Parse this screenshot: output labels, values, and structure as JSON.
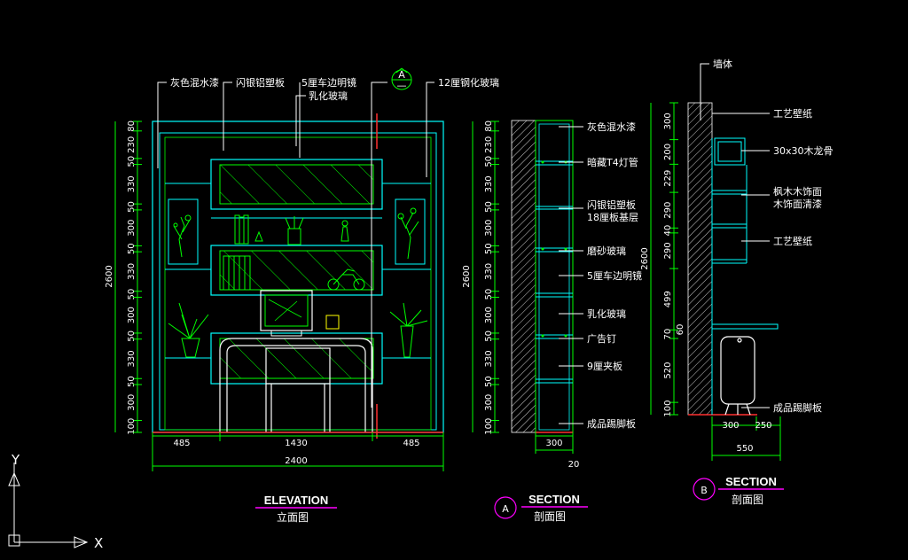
{
  "axis": {
    "x": "X",
    "y": "Y"
  },
  "elevation": {
    "title": "ELEVATION",
    "subtitle": "立面图",
    "labels": {
      "grey_paint": "灰色混水漆",
      "silver_plastic": "闪银铝塑板",
      "mirror": "5厘车边明镜",
      "frosted": "乳化玻璃",
      "tempered": "12厘钢化玻璃",
      "section_mark": "A"
    },
    "dims_vertical": [
      "80",
      "230",
      "50",
      "330",
      "50",
      "300",
      "50",
      "330",
      "50",
      "300",
      "50",
      "330",
      "50",
      "300",
      "100"
    ],
    "total_height": "2600",
    "dims_horizontal": [
      "485",
      "1430",
      "485"
    ],
    "total_width": "2400"
  },
  "section_a": {
    "marker": "A",
    "title": "SECTION",
    "subtitle": "剖面图",
    "labels": [
      "灰色混水漆",
      "暗藏T4灯管",
      "闪银铝塑板",
      "18厘板基层",
      "磨砂玻璃",
      "5厘车边明镜",
      "乳化玻璃",
      "广告钉",
      "9厘夹板",
      "成品踢脚板"
    ],
    "dims_vertical": [
      "80",
      "230",
      "50",
      "330",
      "50",
      "300",
      "50",
      "330",
      "50",
      "300",
      "50",
      "330",
      "50",
      "300",
      "100"
    ],
    "total_height": "2600",
    "depth": "300",
    "extra": "20"
  },
  "section_b": {
    "marker": "B",
    "title": "SECTION",
    "subtitle": "剖面图",
    "labels": [
      "墙体",
      "工艺壁纸",
      "30x30木龙骨",
      "枫木木饰面",
      "木饰面清漆",
      "工艺壁纸",
      "成品踢脚板"
    ],
    "dims_vertical": [
      "300",
      "200",
      "229",
      "290",
      "40",
      "290",
      "499",
      "70",
      "520",
      "100"
    ],
    "dim_side": "60",
    "total_height": "2600",
    "depth_a": "300",
    "depth_b": "250",
    "total_depth": "550"
  }
}
